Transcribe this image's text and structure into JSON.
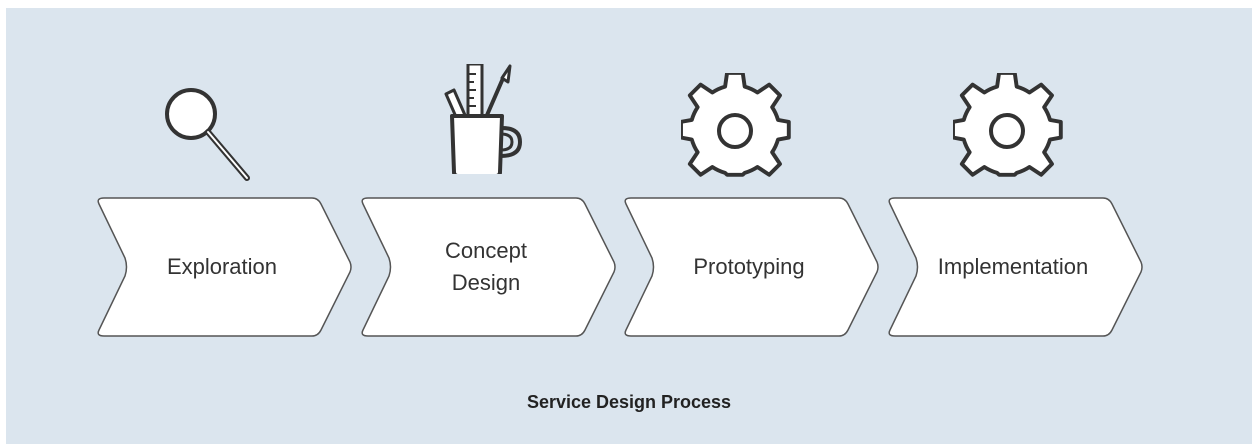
{
  "diagram": {
    "caption": "Service Design Process",
    "steps": [
      {
        "label": "Exploration",
        "icon": "magnifier-icon"
      },
      {
        "label": "Concept\nDesign",
        "icon": "pencil-cup-icon"
      },
      {
        "label": "Prototyping",
        "icon": "gear-icon"
      },
      {
        "label": "Implementation",
        "icon": "gear-icon"
      }
    ]
  },
  "colors": {
    "background": "#dbe5ee",
    "chevron_fill": "#ffffff",
    "chevron_stroke": "#555555",
    "icon_stroke": "#333333"
  }
}
